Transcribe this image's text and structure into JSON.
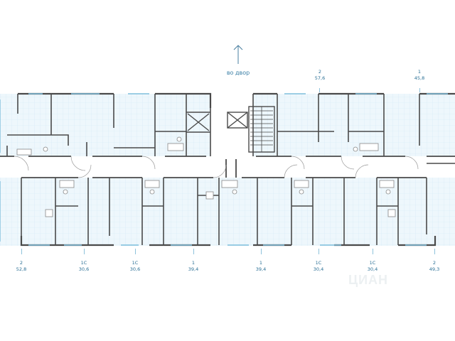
{
  "direction": {
    "label": "во двор"
  },
  "units_top": [
    {
      "type": "2",
      "area": "57,6"
    },
    {
      "type": "1",
      "area": "45,8"
    }
  ],
  "units_bottom": [
    {
      "type": "2",
      "area": "52,8"
    },
    {
      "type": "1С",
      "area": "30,6"
    },
    {
      "type": "1С",
      "area": "30,6"
    },
    {
      "type": "1",
      "area": "39,4"
    },
    {
      "type": "1",
      "area": "39,4"
    },
    {
      "type": "1С",
      "area": "30,4"
    },
    {
      "type": "1С",
      "area": "30,4"
    },
    {
      "type": "2",
      "area": "49,3"
    }
  ],
  "watermark": "ЦИАН",
  "colors": {
    "wall": "#4a4a4a",
    "floor": "#eaf5fb",
    "grid": "#cfe7f3",
    "accent": "#2a6f95"
  }
}
